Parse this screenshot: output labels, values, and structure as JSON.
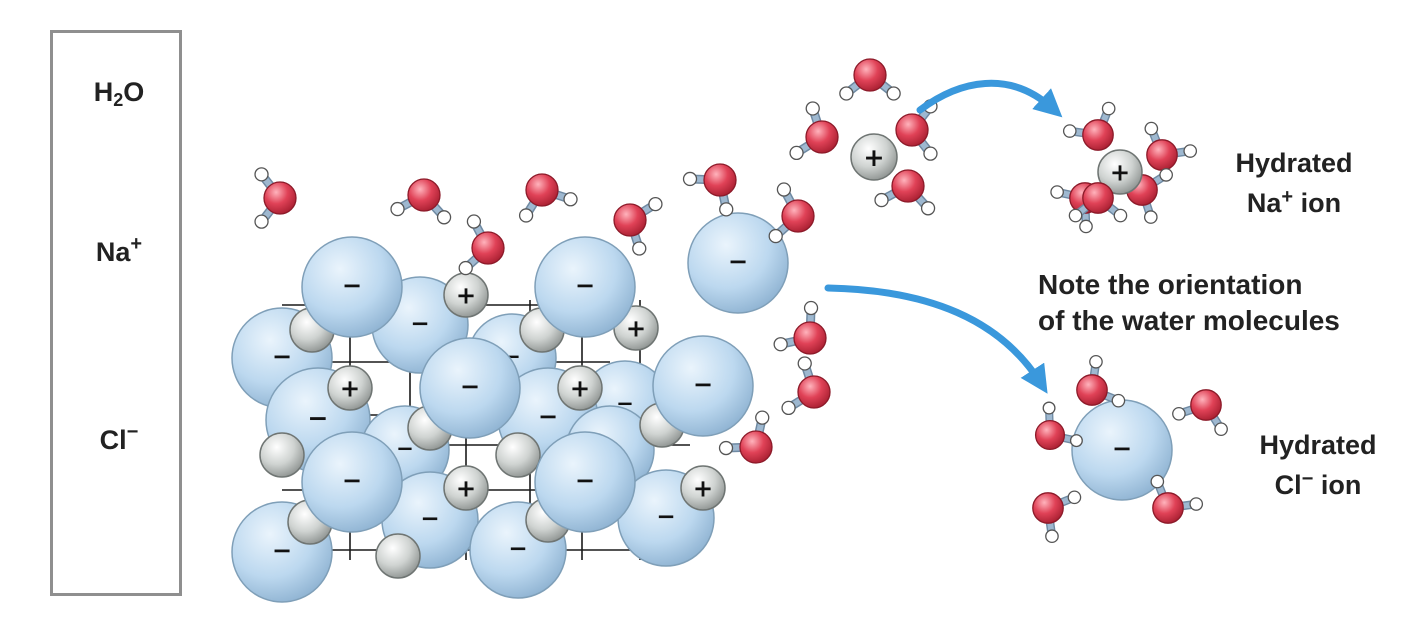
{
  "legend": {
    "water": {
      "formula": "H",
      "subscript": "2",
      "suffix": "O"
    },
    "sodium": {
      "symbol": "Na",
      "charge": "+"
    },
    "chloride": {
      "symbol": "Cl",
      "charge": "−"
    }
  },
  "labels": {
    "hydrated_na": {
      "word": "Hydrated",
      "symbol": "Na",
      "charge": "+",
      "suffix": " ion"
    },
    "hydrated_cl": {
      "word": "Hydrated",
      "symbol": "Cl",
      "charge": "−",
      "suffix": " ion"
    },
    "note_line1": "Note the orientation",
    "note_line2": "of the water molecules"
  },
  "signs": {
    "plus": "+",
    "minus": "−"
  },
  "colors": {
    "chloride_fill": "#bcd8ef",
    "chloride_stroke": "#7f9fb8",
    "sodium_fill": "#cfd3d1",
    "sodium_stroke": "#6f7573",
    "oxygen": "#d8334a",
    "hydrogen": "#ffffff",
    "bond": "#9eb8d0",
    "arrow": "#3a98dc",
    "legend_border": "#8f8f8f"
  }
}
